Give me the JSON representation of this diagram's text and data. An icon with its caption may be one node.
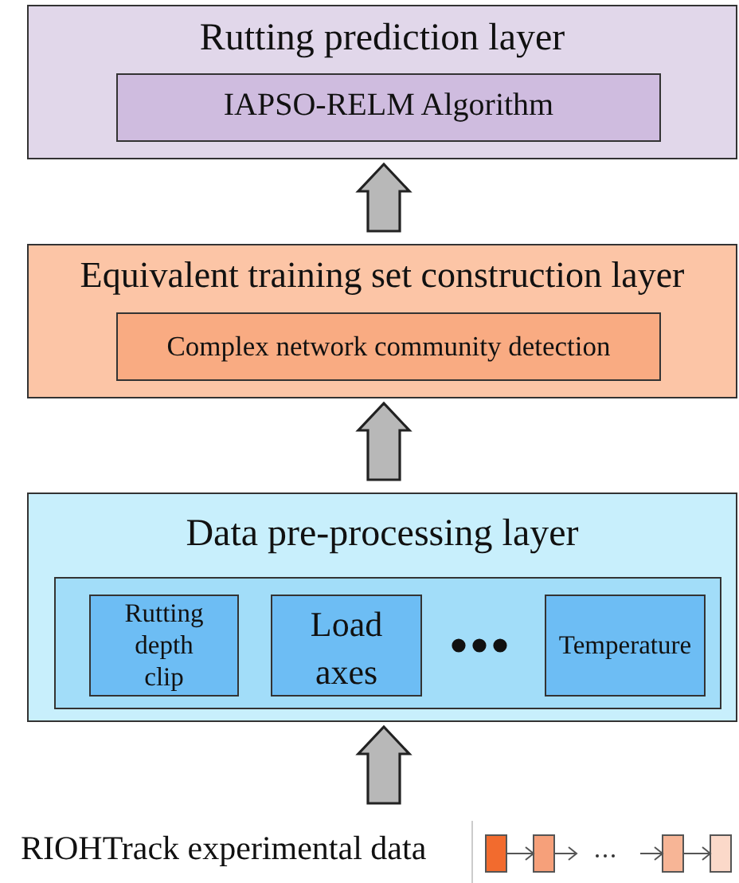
{
  "diagram": {
    "nodes": [
      {
        "text": [
          "Rutting prediction layer"
        ]
      },
      {
        "text": [
          "IAPSO-RELM Algorithm"
        ],
        "in": 0
      },
      {
        "text": [
          "Equivalent training set construction layer"
        ]
      },
      {
        "text": [
          "Complex network community detection"
        ],
        "in": 2
      },
      {
        "text": [
          "Data pre-processing layer"
        ]
      },
      {
        "text": [],
        "shape": "box",
        "in": 4
      },
      {
        "text": [
          "Rutting depth clip"
        ],
        "in": 5
      },
      {
        "text": [
          "Load axes"
        ],
        "in": 5
      },
      {
        "text": [
          "Temperature"
        ],
        "in": 5
      },
      {
        "text": [
          "RIOHTrack experimental data"
        ]
      }
    ],
    "edges": [
      {
        "from": 9,
        "to": 4,
        "arrow": "to",
        "style": "thick"
      },
      {
        "from": 4,
        "to": 2,
        "arrow": "to",
        "style": "thick"
      },
      {
        "from": 2,
        "to": 0,
        "arrow": "to",
        "style": "thick"
      }
    ]
  }
}
